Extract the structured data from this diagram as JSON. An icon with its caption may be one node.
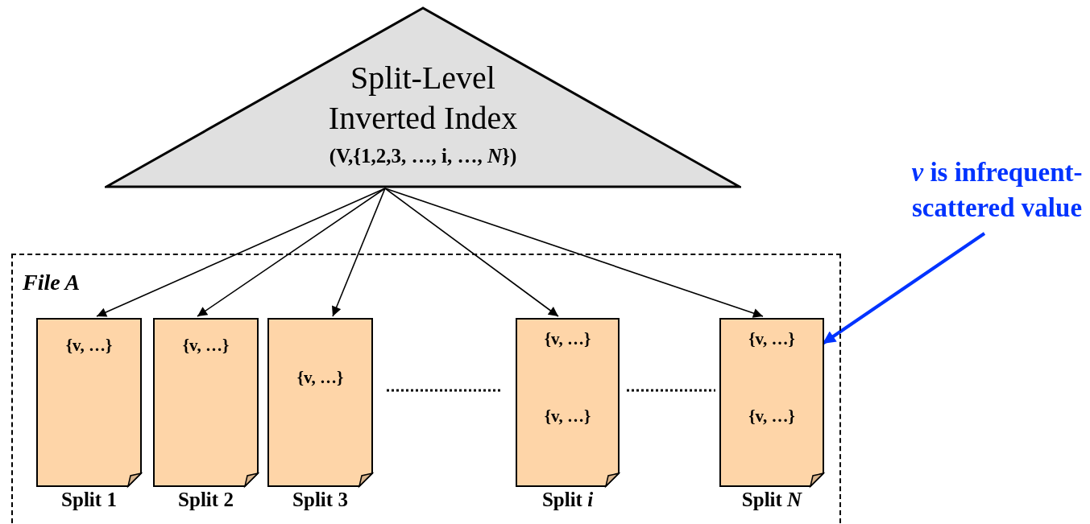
{
  "diagram": {
    "nodes": [
      {
        "text": [
          "Split-Level Inverted Index",
          "(V,{1,2,3, …, i, …, *N*})"
        ]
      },
      {
        "text": [
          "File A"
        ]
      },
      {
        "text": [
          "{v, …}"
        ],
        "in": 1,
        "beside": [
          "Split 1"
        ]
      },
      {
        "text": [
          "{v, …}"
        ],
        "in": 1,
        "beside": [
          "Split 2"
        ]
      },
      {
        "text": [
          "{v, …}"
        ],
        "in": 1,
        "beside": [
          "Split 3"
        ]
      },
      {
        "text": [
          "{v, …}",
          "{v, …}"
        ],
        "in": 1,
        "beside": [
          "Split *i*"
        ]
      },
      {
        "text": [
          "{v, …}",
          "{v, …}"
        ],
        "in": 1,
        "beside": [
          "Split *N*"
        ]
      },
      {
        "text": [
          "*v* is infrequent-scattered value"
        ]
      }
    ],
    "edges": [
      {
        "from": 0,
        "to": 2,
        "arrow": "to"
      },
      {
        "from": 0,
        "to": 3,
        "arrow": "to"
      },
      {
        "from": 0,
        "to": 4,
        "arrow": "to"
      },
      {
        "from": 0,
        "to": 5,
        "arrow": "to"
      },
      {
        "from": 0,
        "to": 6,
        "arrow": "to"
      },
      {
        "from": 7,
        "to": 6,
        "arrow": "to",
        "style": "thick",
        "color": "#0033ff"
      }
    ]
  }
}
